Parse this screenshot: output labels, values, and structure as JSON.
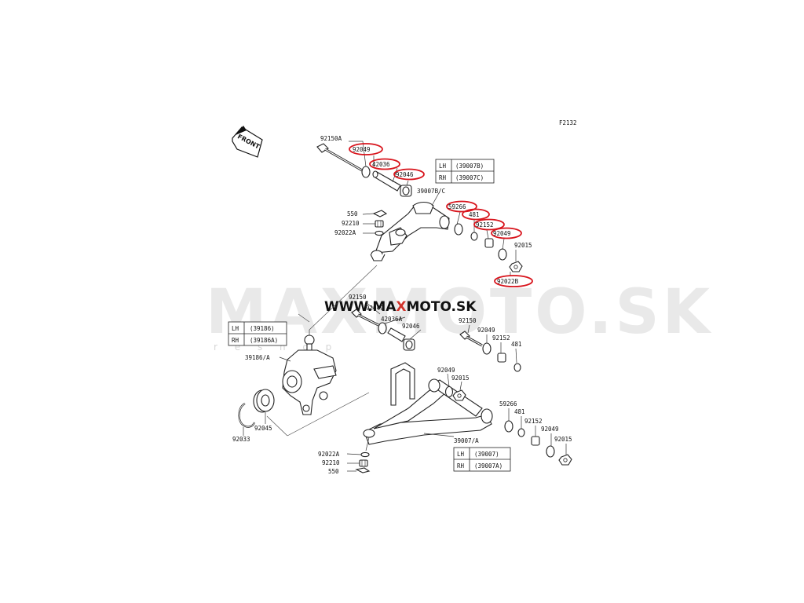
{
  "watermark": {
    "brand": "MAXMOTO.SK",
    "tagline": "r e s h o p"
  },
  "website": {
    "pre": "WWW.MA",
    "accent": "X",
    "post": "MOTO.SK"
  },
  "front_label": "FRONT",
  "corner_code": "F2132",
  "tables": {
    "upper_arm": {
      "lh": "LH",
      "lh_code": "(39007B)",
      "rh": "RH",
      "rh_code": "(39007C)"
    },
    "knuckle": {
      "lh": "LH",
      "lh_code": "(39186)",
      "rh": "RH",
      "rh_code": "(39186A)"
    },
    "lower_arm": {
      "lh": "LH",
      "lh_code": "(39007)",
      "rh": "RH",
      "rh_code": "(39007A)"
    }
  },
  "labels": {
    "p92150A": "92150A",
    "p92049_a": "92049",
    "p42036": "42036",
    "p92046_a": "92046",
    "p39007BC": "39007B/C",
    "p59266_a": "59266",
    "p481_a": "481",
    "p92152_a": "92152",
    "p92049_b": "92049",
    "p92015_a": "92015",
    "p92022B": "92022B",
    "p550_a": "550",
    "p92210_a": "92210",
    "p92022A_a": "92022A",
    "p92150_a": "92150",
    "p92049_c": "92049",
    "p42036A": "42036A",
    "p92046_b": "92046",
    "p92150_b": "92150",
    "p92049_d": "92049",
    "p92152_b": "92152",
    "p481_b": "481",
    "p39186A": "39186/A",
    "p92049_e": "92049",
    "p92015_b": "92015",
    "p92045": "92045",
    "p92033": "92033",
    "p59266_b": "59266",
    "p481_c": "481",
    "p92152_c": "92152",
    "p92049_f": "92049",
    "p39007A": "39007/A",
    "p92015_c": "92015",
    "p92022A_b": "92022A",
    "p92210_b": "92210",
    "p550_b": "550"
  },
  "colors": {
    "highlight": "#d8141c",
    "accent": "#d0342c",
    "line": "#222222",
    "watermark": "#e9e9e9"
  }
}
